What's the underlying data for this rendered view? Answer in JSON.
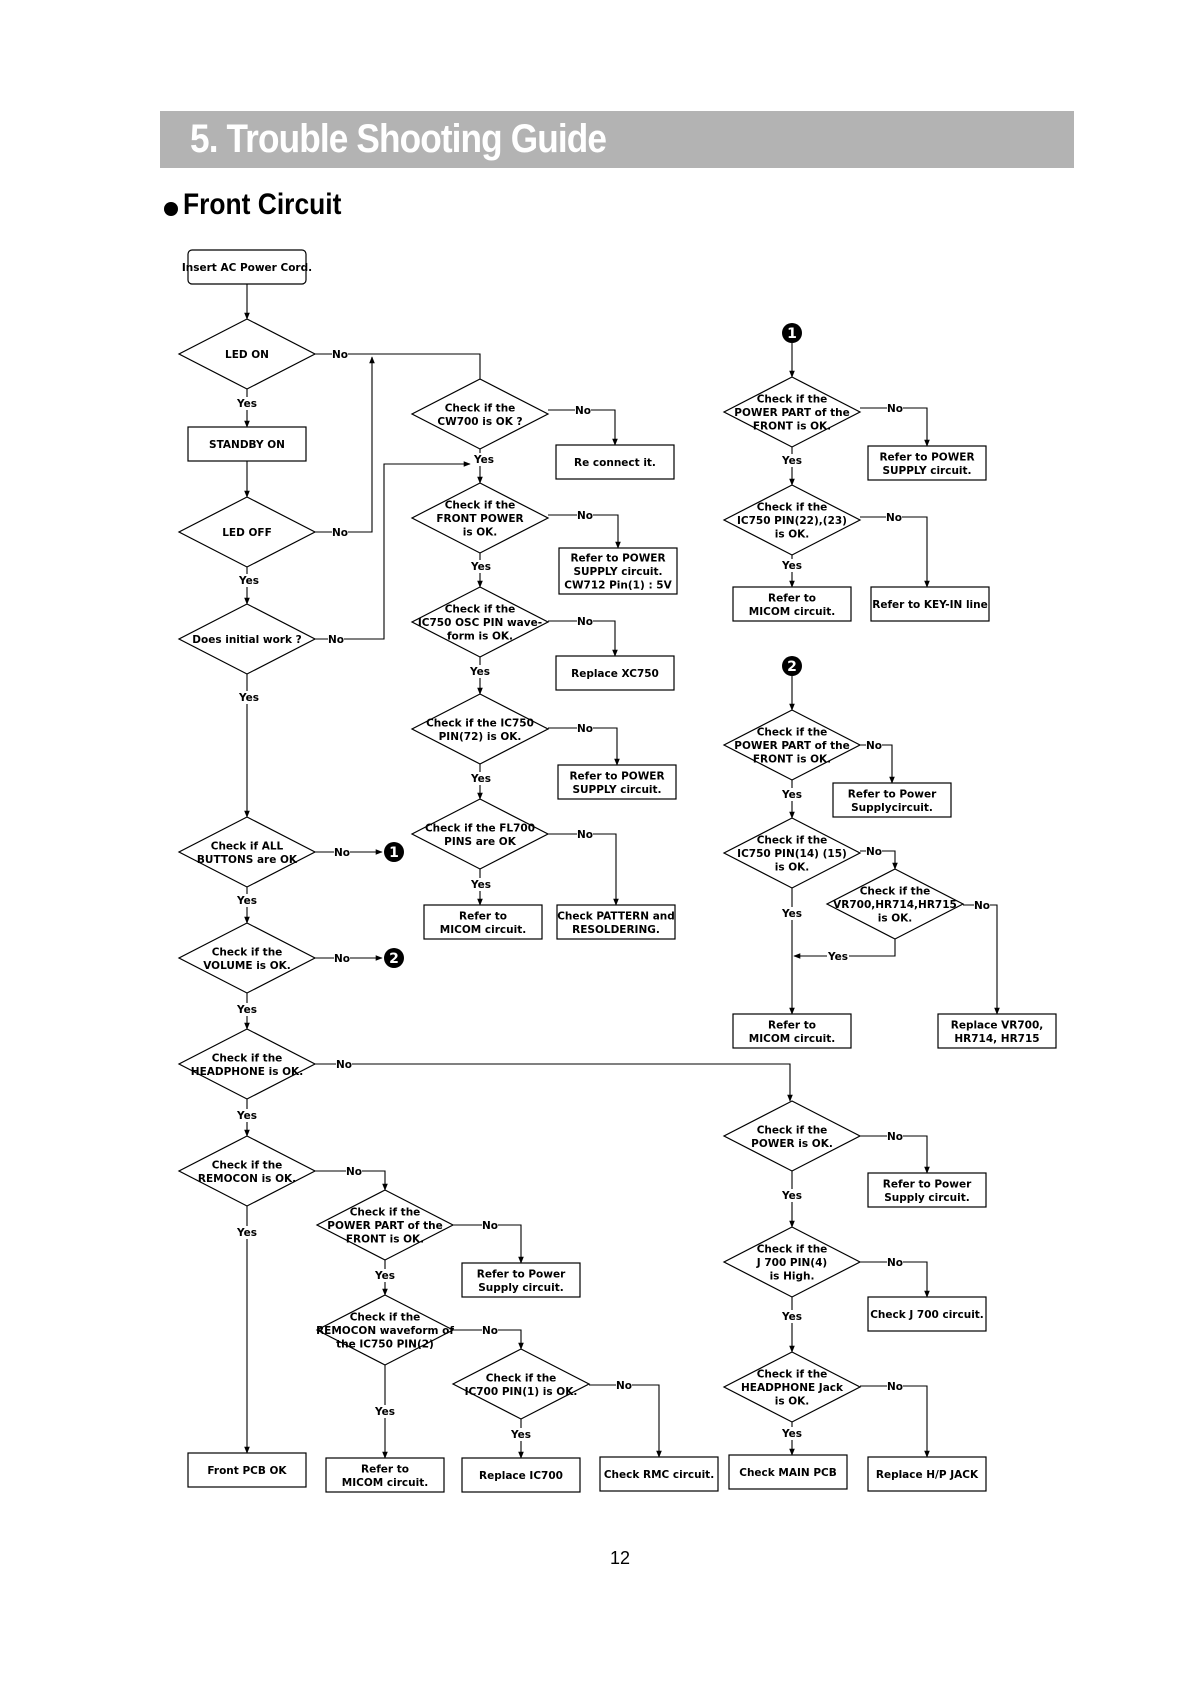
{
  "header": {
    "title": "5. Trouble Shooting Guide"
  },
  "section": {
    "title": "Front Circuit"
  },
  "page_number": "12",
  "colors": {
    "banner": "#b3b3b3",
    "banner_text": "#ffffff",
    "ink": "#000000"
  },
  "edge_labels": {
    "yes": "Yes",
    "no": "No"
  },
  "markers": [
    "1",
    "2"
  ],
  "nodes": {
    "n_ac": "Insert AC Power Cord.",
    "n_led_on": "LED ON",
    "n_standby": "STANDBY ON",
    "n_led_off": "LED OFF",
    "n_initial": "Does initial work ?",
    "n_buttons": [
      "Check if ALL",
      "BUTTONS are OK"
    ],
    "n_volume": [
      "Check if the",
      "VOLUME is OK."
    ],
    "n_headphone": [
      "Check if the",
      "HEADPHONE is OK."
    ],
    "n_remocon": [
      "Check if the",
      "REMOCON is OK."
    ],
    "n_front_pcb": "Front PCB OK",
    "n_cw700": [
      "Check if the",
      "CW700 is OK ?"
    ],
    "n_reconnect": "Re connect it.",
    "n_front_power": [
      "Check if the",
      "FRONT POWER",
      "is OK."
    ],
    "n_ref_psu_cw712": [
      "Refer to POWER",
      "SUPPLY circuit.",
      "CW712 Pin(1) : 5V"
    ],
    "n_osc": [
      "Check if the",
      "IC750 OSC PIN wave-",
      "form is OK."
    ],
    "n_xc750": "Replace XC750",
    "n_pin72": [
      "Check if the IC750",
      "PIN(72) is OK."
    ],
    "n_ref_psu_b": [
      "Refer to POWER",
      "SUPPLY circuit."
    ],
    "n_fl700": [
      "Check if the FL700",
      "PINS are OK"
    ],
    "n_micom_a": [
      "Refer to",
      "MICOM circuit."
    ],
    "n_pattern": [
      "Check PATTERN and",
      "RESOLDERING."
    ],
    "n_c1_power": [
      "Check if the",
      "POWER PART of the",
      "FRONT is OK."
    ],
    "n_c1_ref_psu": [
      "Refer to POWER",
      "SUPPLY circuit."
    ],
    "n_c1_pin2223": [
      "Check if the",
      "IC750 PIN(22),(23)",
      "is OK."
    ],
    "n_c1_micom": [
      "Refer to",
      "MICOM circuit."
    ],
    "n_c1_keyin": "Refer to KEY-IN line",
    "n_c2_power": [
      "Check if the",
      "POWER PART of the",
      "FRONT is OK."
    ],
    "n_c2_ref_psu": [
      "Refer to Power",
      "Supplycircuit."
    ],
    "n_c2_pin1415": [
      "Check if the",
      "IC750 PIN(14) (15)",
      "is OK."
    ],
    "n_c2_vr": [
      "Check if the",
      "VR700,HR714,HR715",
      "is OK."
    ],
    "n_c2_micom": [
      "Refer to",
      "MICOM circuit."
    ],
    "n_c2_replace_vr": [
      "Replace VR700,",
      "HR714, HR715"
    ],
    "n_hp_power": [
      "Check if the",
      "POWER  is OK."
    ],
    "n_hp_ref_psu": [
      "Refer to Power",
      "Supply circuit."
    ],
    "n_j700": [
      "Check if the",
      "J 700 PIN(4)",
      "is High."
    ],
    "n_j700_check": "Check J 700 circuit.",
    "n_hp_jack": [
      "Check if the",
      "HEADPHONE Jack",
      "is OK."
    ],
    "n_main_pcb": "Check MAIN PCB",
    "n_replace_jack": "Replace H/P JACK",
    "n_rm_power": [
      "Check if the",
      "POWER PART of the",
      "FRONT is OK."
    ],
    "n_rm_ref_psu": [
      "Refer to Power",
      "Supply circuit."
    ],
    "n_rm_wave": [
      "Check if the",
      "REMOCON waveform of",
      "the IC750 PIN(2)"
    ],
    "n_rm_micom": [
      "Refer to",
      "MICOM circuit."
    ],
    "n_ic700": [
      "Check if the",
      "IC700 PIN(1) is OK."
    ],
    "n_replace_ic700": "Replace IC700",
    "n_rmc": "Check RMC circuit."
  }
}
